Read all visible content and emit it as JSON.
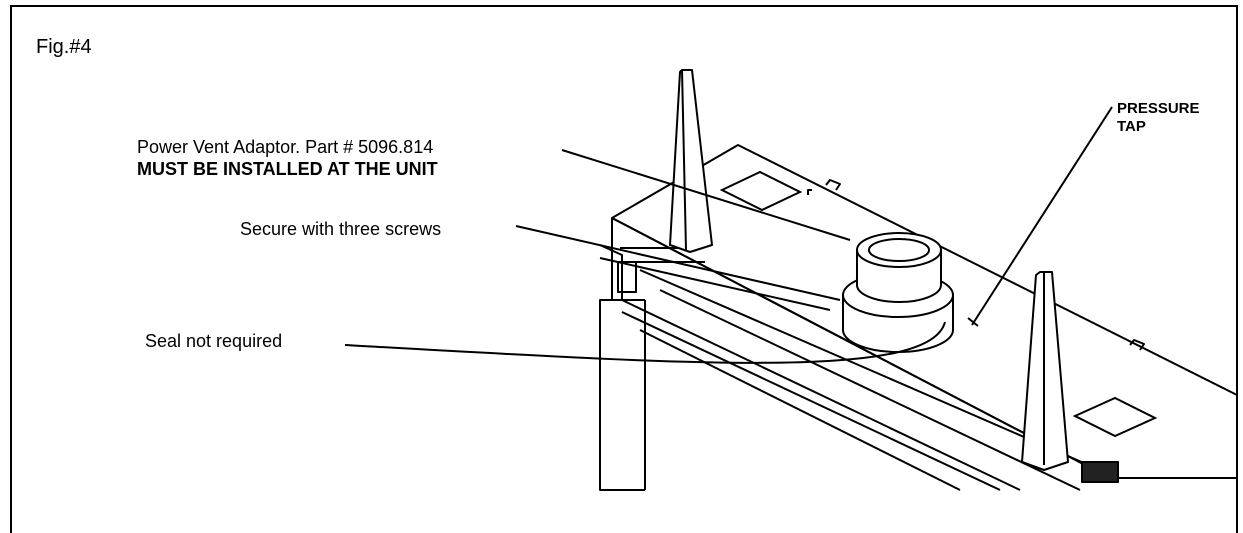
{
  "figure": {
    "label": "Fig.#4"
  },
  "callouts": {
    "power_vent": {
      "line1": "Power Vent Adaptor. Part # 5096.814",
      "line2": "MUST BE INSTALLED AT THE UNIT"
    },
    "screws": "Secure with three screws",
    "seal": "Seal not required",
    "pressure_tap": {
      "line1": "PRESSURE",
      "line2": "TAP"
    }
  }
}
